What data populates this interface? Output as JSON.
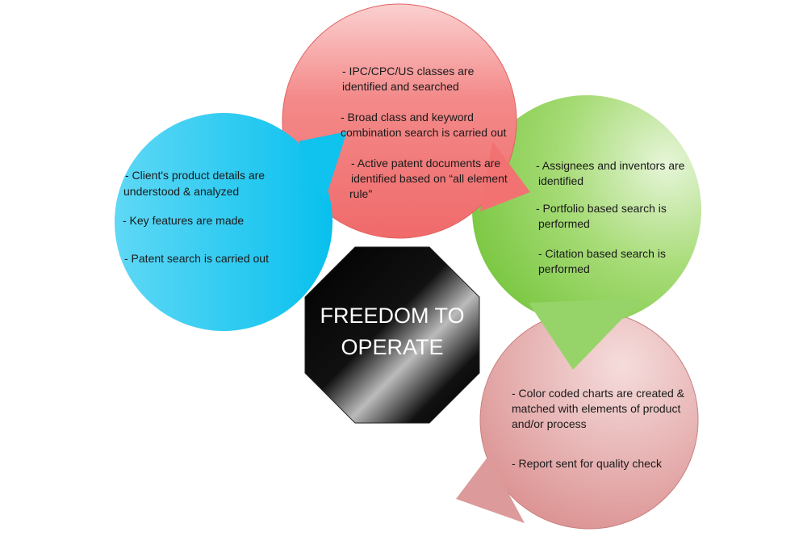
{
  "center": {
    "lines": [
      "FREEDOM TO",
      "OPERATE"
    ]
  },
  "bubbles": {
    "blue": {
      "color": "#1ec8f0",
      "lines": [
        "- Client's product details are",
        "understood & analyzed",
        "- Key features are made",
        "- Patent search is carried out"
      ]
    },
    "red": {
      "color": "#f47878",
      "lines": [
        "-  IPC/CPC/US classes are",
        "identified and searched",
        "- Broad class and keyword",
        "combination search is carried out",
        "- Active patent documents are",
        "identified based on “all element",
        "rule\""
      ]
    },
    "green": {
      "color": "#8cd25a",
      "lines": [
        "- Assignees and inventors are",
        "identified",
        "- Portfolio based search is",
        "performed",
        "- Citation based search is",
        "performed"
      ]
    },
    "pink": {
      "color": "#e0a0a0",
      "lines": [
        "- Color coded charts are created &",
        "matched with elements of product",
        "and/or process",
        "- Report sent for quality check"
      ]
    }
  }
}
